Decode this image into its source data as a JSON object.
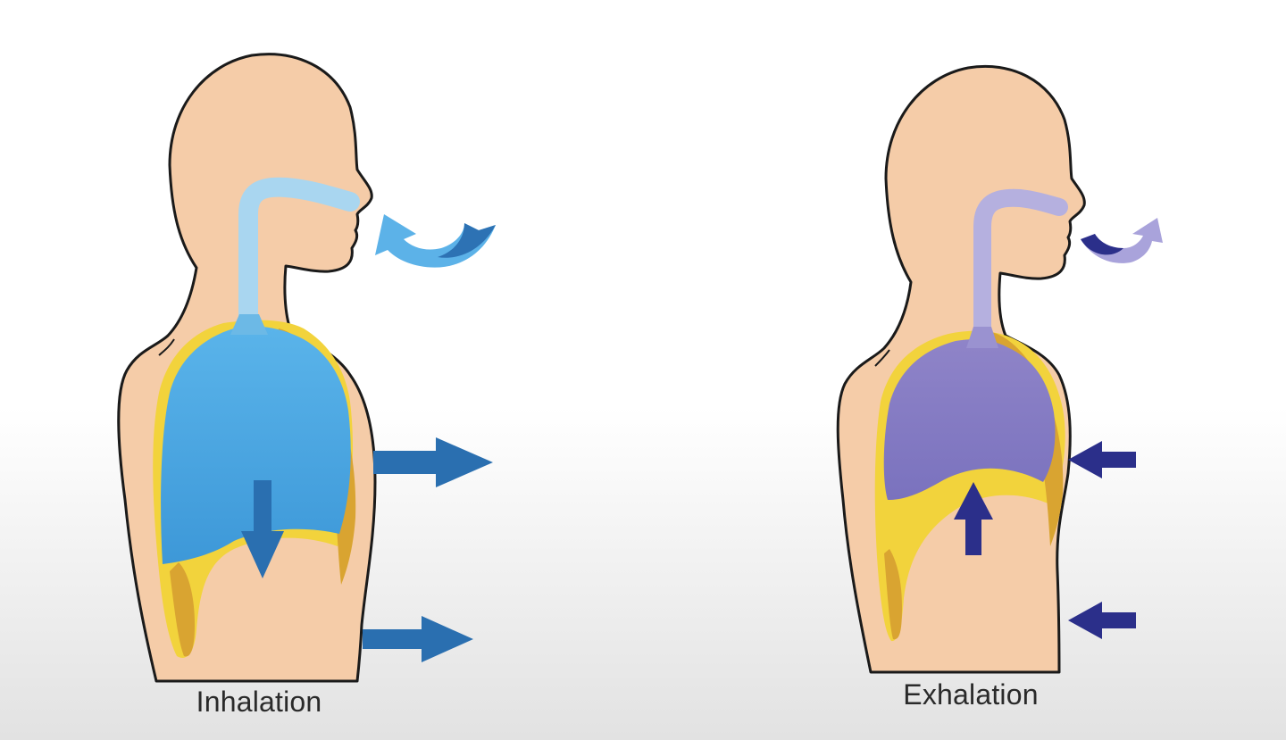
{
  "colors": {
    "skin": "#f5cca8",
    "outline": "#1a1a1a",
    "pleura": "#f2d33c",
    "rib": "#d9a431",
    "inhale_lung": "#4fa6e0",
    "inhale_airway": "#a9d6f0",
    "inhale_arrow": "#2a6fb0",
    "inhale_curl_light": "#5cb2e8",
    "inhale_curl_dark": "#2d72b4",
    "exhale_lung": "#8e85c9",
    "exhale_airway": "#b5b0df",
    "exhale_arrow": "#2b2f8a",
    "exhale_curl_light": "#a9a3db",
    "background_top": "#ffffff",
    "background_bottom": "#e2e2e2"
  },
  "panels": [
    {
      "id": "inhale",
      "caption": "Inhalation"
    },
    {
      "id": "exhale",
      "caption": "Exhalation"
    }
  ]
}
